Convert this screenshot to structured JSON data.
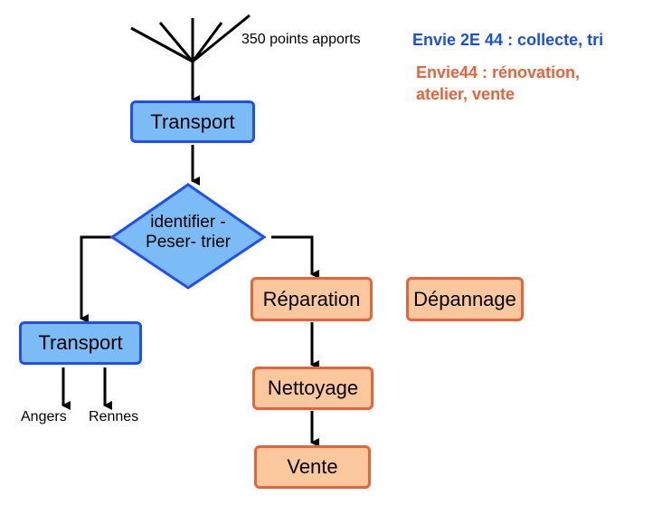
{
  "title_blue": "Envie 2E 44 : collecte, tri",
  "title_orange_line1": "Envie44 : rénovation,",
  "title_orange_line2": "atelier, vente",
  "source_label": "350 points apports",
  "nodes": {
    "transport_top": "Transport",
    "decision_line1": "identifier -",
    "decision_line2": "Peser- trier",
    "transport_left": "Transport",
    "reparation": "Réparation",
    "depannage": "Dépannage",
    "nettoyage": "Nettoyage",
    "vente": "Vente"
  },
  "destinations": [
    "Angers",
    "Rennes"
  ],
  "colors": {
    "blue_fill": "#7cbcf6",
    "blue_border": "#1f4ef4",
    "orange_fill": "#fbc79d",
    "orange_border": "#e8623a",
    "title_blue": "#1a4fe0",
    "title_orange": "#e8623a"
  }
}
